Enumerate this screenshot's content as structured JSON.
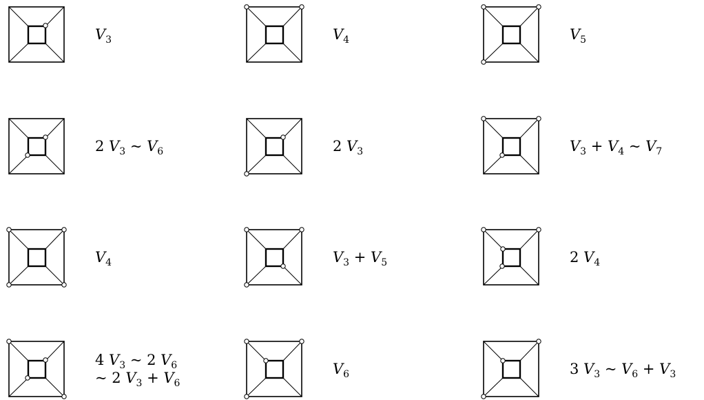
{
  "cells": [
    {
      "markers": [
        "ii"
      ],
      "lines": [
        "V_3"
      ]
    },
    {
      "markers": [
        "otl",
        "otr"
      ],
      "lines": [
        "V_4"
      ]
    },
    {
      "markers": [
        "otl",
        "otr",
        "obl"
      ],
      "lines": [
        "V_5"
      ]
    },
    {
      "markers": [
        "ii",
        "ibl"
      ],
      "lines": [
        "2 V_3 ~ V_6"
      ]
    },
    {
      "markers": [
        "ii",
        "obl"
      ],
      "lines": [
        "2 V_3"
      ]
    },
    {
      "markers": [
        "otl",
        "otr",
        "ibl"
      ],
      "lines": [
        "V_3 + V_4 ~ V_7"
      ]
    },
    {
      "markers": [
        "otl",
        "otr",
        "obl",
        "obr"
      ],
      "lines": [
        "V_4"
      ]
    },
    {
      "markers": [
        "otl",
        "otr",
        "obl",
        "ibr"
      ],
      "lines": [
        "V_3 + V_5"
      ]
    },
    {
      "markers": [
        "otl",
        "otr",
        "itl",
        "ibl"
      ],
      "lines": [
        "2 V_4"
      ]
    },
    {
      "markers": [
        "otl",
        "ii",
        "ibl",
        "obr"
      ],
      "lines": [
        "4 V_3 ~ 2 V_6",
        "~ 2 V_3 + V_6"
      ]
    },
    {
      "markers": [
        "otl",
        "otr",
        "itl",
        "obl"
      ],
      "lines": [
        "V_6"
      ]
    },
    {
      "markers": [
        "otr",
        "itl",
        "obl"
      ],
      "lines": [
        "3 V_3 ~ V_6 + V_3"
      ]
    }
  ]
}
